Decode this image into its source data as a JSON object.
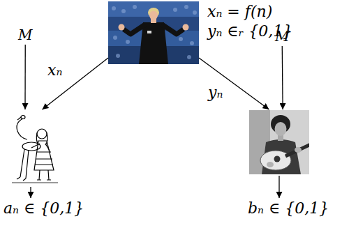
{
  "diagram": {
    "nodes": [
      {
        "text": [
          "xₙ = f(n)",
          "yₙ ∈ᵣ {0,1}"
        ]
      },
      {
        "text": [
          "M"
        ]
      },
      {
        "text": [
          "M"
        ]
      },
      {
        "text": [
          "aₙ ∈ {0,1}"
        ]
      },
      {
        "text": [
          "bₙ ∈ {0,1}"
        ]
      }
    ],
    "edges": [
      {
        "from": 0,
        "to": 3,
        "arrow": "to",
        "label": "xₙ"
      },
      {
        "from": 0,
        "to": 4,
        "arrow": "to",
        "label": "yₙ"
      },
      {
        "from": 1,
        "to": 3,
        "arrow": "to"
      },
      {
        "from": 2,
        "to": 4,
        "arrow": "to"
      }
    ]
  }
}
